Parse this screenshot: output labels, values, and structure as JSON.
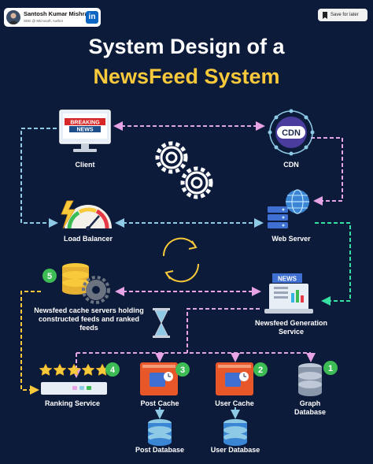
{
  "author": {
    "name": "Santosh Kumar Mishra",
    "role": "SDE @ Microsoft, Author",
    "badge": "in"
  },
  "save_button": {
    "label": "Save for later"
  },
  "title": {
    "line1": "System Design of a",
    "line2": "NewsFeed System"
  },
  "components": {
    "client": {
      "label": "Client",
      "screen_text_1": "BREAKING",
      "screen_text_2": "NEWS"
    },
    "cdn": {
      "label": "CDN",
      "badge_text": "CDN"
    },
    "load_balancer": {
      "label": "Load Balancer"
    },
    "web_server": {
      "label": "Web Server"
    },
    "cache_servers": {
      "label": "Newsfeed cache servers holding constructed feeds and ranked feeds",
      "step": "5"
    },
    "generation_service": {
      "label_line1": "Newsfeed Generation",
      "label_line2": "Service",
      "sign_text": "NEWS"
    },
    "ranking_service": {
      "label": "Ranking Service",
      "step": "4"
    },
    "post_cache": {
      "label": "Post Cache",
      "step": "3"
    },
    "user_cache": {
      "label": "User Cache",
      "step": "2"
    },
    "graph_database": {
      "label_line1": "Graph",
      "label_line2": "Database",
      "step": "1"
    },
    "post_database": {
      "label": "Post Database"
    },
    "user_database": {
      "label": "User Database"
    }
  },
  "colors": {
    "background": "#0d1b3a",
    "title_accent": "#f7c93b",
    "arrow_pink": "#e6a4e6",
    "arrow_blue": "#8ecae6",
    "arrow_green": "#36e0a0",
    "arrow_yellow": "#f7c93b",
    "step_badge": "#3dbb55"
  }
}
